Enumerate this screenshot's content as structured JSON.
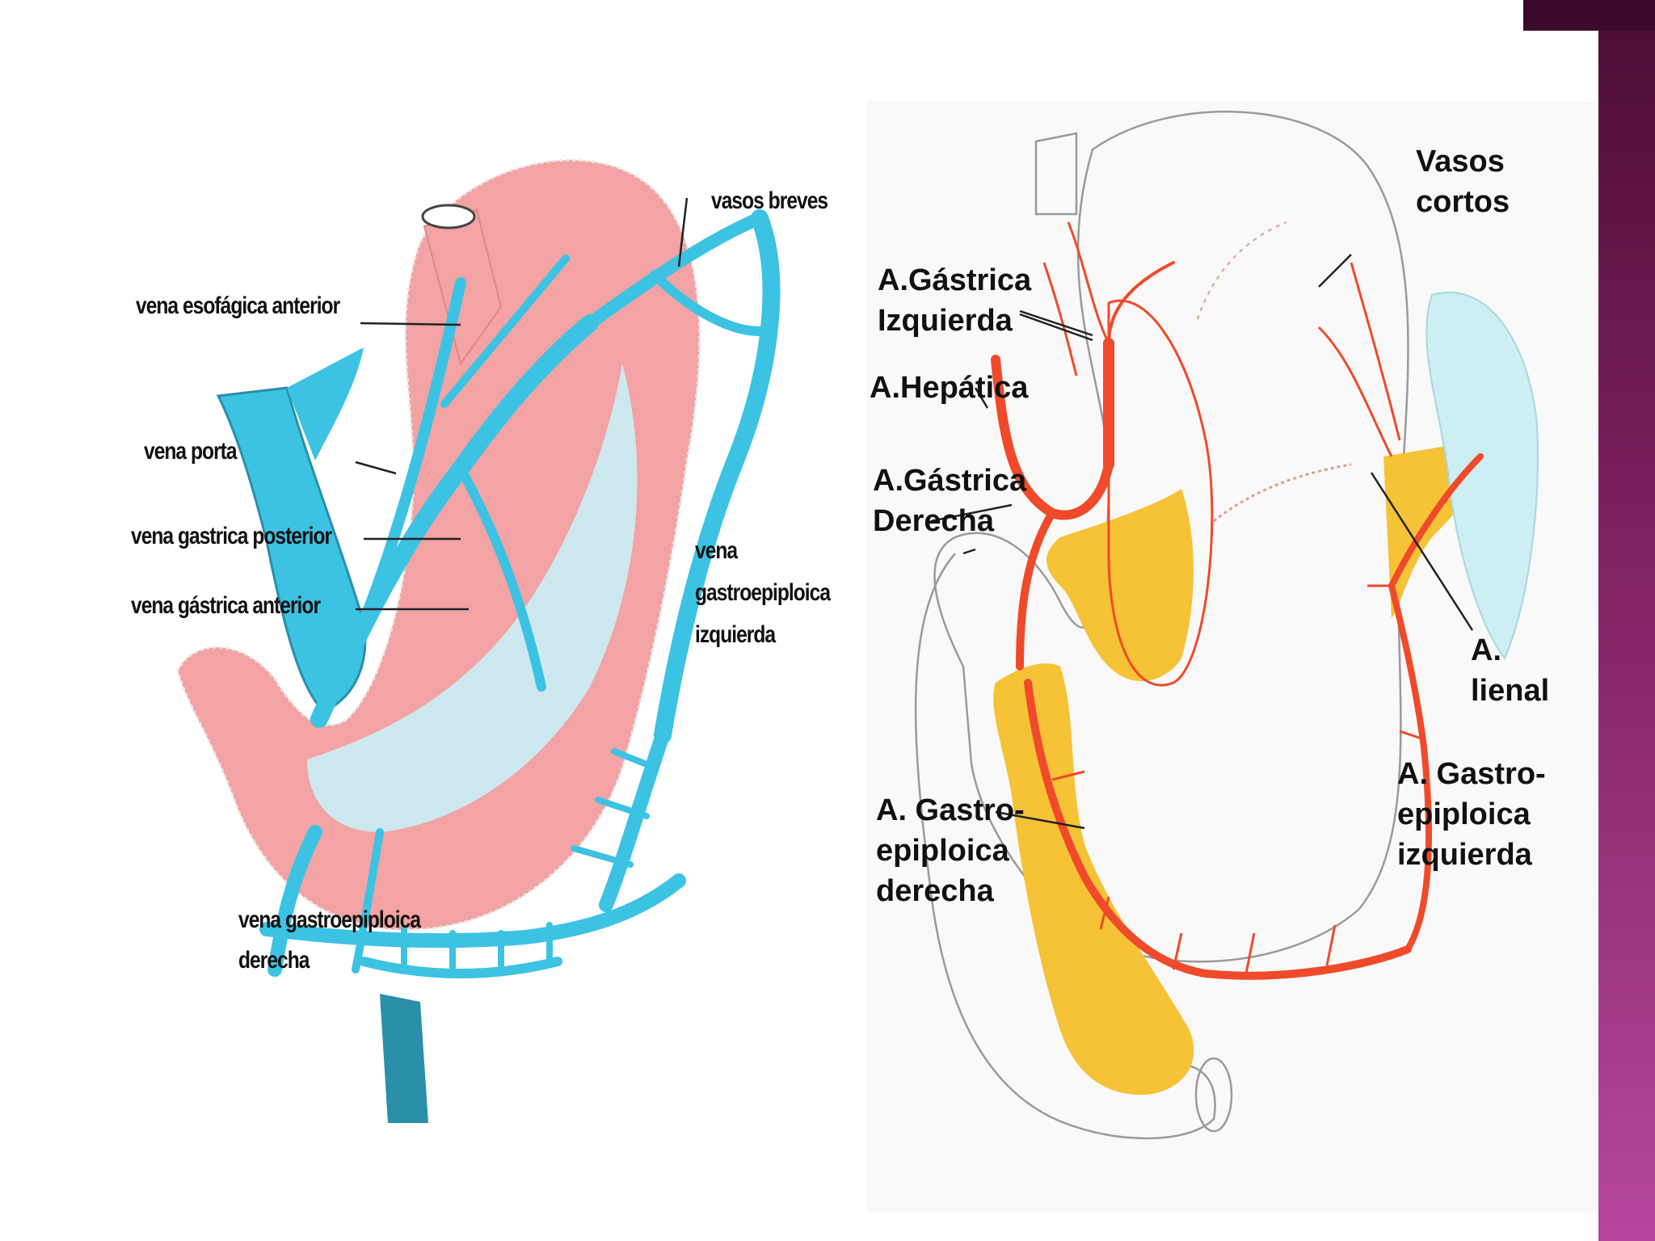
{
  "left_diagram": {
    "labels": {
      "vasos_breves": "vasos breves",
      "vena_esofagica_anterior": "vena esofágica anterior",
      "vena_porta": "vena porta",
      "vena_gastrica_posterior": "vena gastrica posterior",
      "vena_gastrica_anterior": "vena gástrica anterior",
      "vena_gastroepiploica_izquierda_1": "vena",
      "vena_gastroepiploica_izquierda_2": "gastroepiploica",
      "vena_gastroepiploica_izquierda_3": "izquierda",
      "vena_gastroepiploica_derecha_1": "vena gastroepiploica",
      "vena_gastroepiploica_derecha_2": "derecha"
    },
    "colors": {
      "stomach": "#f3a3a3",
      "vein": "#3cc3e3",
      "vein_dark": "#2a8fa8",
      "lumen": "#c9f1f7"
    }
  },
  "right_diagram": {
    "labels": {
      "vasos_cortos_1": "Vasos",
      "vasos_cortos_2": "cortos",
      "gastrica_izquierda_1": "A.Gástrica",
      "gastrica_izquierda_2": "Izquierda",
      "hepatica": "A.Hepática",
      "gastrica_derecha_1": "A.Gástrica",
      "gastrica_derecha_2": "Derecha",
      "lienal_1": "A.",
      "lienal_2": "lienal",
      "gastroepiploica_derecha_1": "A. Gastro-",
      "gastroepiploica_derecha_2": "epiploica",
      "gastroepiploica_derecha_3": "derecha",
      "gastroepiploica_izquierda_1": "A. Gastro-",
      "gastroepiploica_izquierda_2": "epiploica",
      "gastroepiploica_izquierda_3": "izquierda"
    },
    "colors": {
      "artery": "#f04a2a",
      "pancreas": "#f6c236",
      "spleen": "#cdeef2",
      "outline": "#9a9a9a"
    }
  }
}
